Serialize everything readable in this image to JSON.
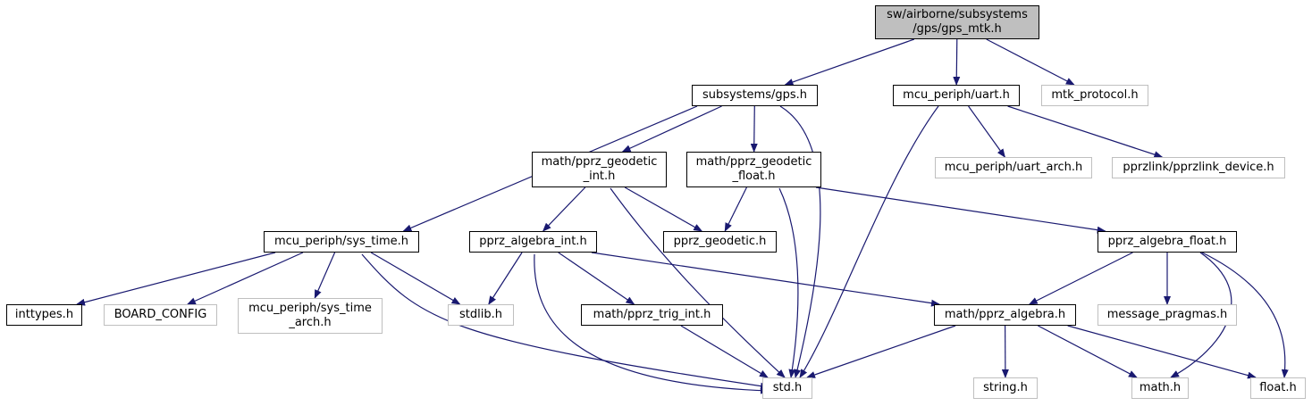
{
  "diagram": {
    "colors": {
      "edge": "#191970",
      "root_fill": "#bfbfbf",
      "external_border": "#bfbfbf",
      "node_border": "#000000"
    },
    "nodes": {
      "gps_mtk": {
        "lines": [
          "sw/airborne/subsystems",
          "/gps/gps_mtk.h"
        ],
        "kind": "root"
      },
      "gps_h": {
        "lines": [
          "subsystems/gps.h"
        ],
        "kind": "internal"
      },
      "uart_h": {
        "lines": [
          "mcu_periph/uart.h"
        ],
        "kind": "internal"
      },
      "mtk_protocol": {
        "lines": [
          "mtk_protocol.h"
        ],
        "kind": "external"
      },
      "geodetic_int": {
        "lines": [
          "math/pprz_geodetic",
          "_int.h"
        ],
        "kind": "internal"
      },
      "geodetic_float": {
        "lines": [
          "math/pprz_geodetic",
          "_float.h"
        ],
        "kind": "internal"
      },
      "uart_arch": {
        "lines": [
          "mcu_periph/uart_arch.h"
        ],
        "kind": "external"
      },
      "pprzlink_device": {
        "lines": [
          "pprzlink/pprzlink_device.h"
        ],
        "kind": "external"
      },
      "sys_time": {
        "lines": [
          "mcu_periph/sys_time.h"
        ],
        "kind": "internal"
      },
      "algebra_int": {
        "lines": [
          "pprz_algebra_int.h"
        ],
        "kind": "internal"
      },
      "pprz_geodetic": {
        "lines": [
          "pprz_geodetic.h"
        ],
        "kind": "internal"
      },
      "algebra_float": {
        "lines": [
          "pprz_algebra_float.h"
        ],
        "kind": "internal"
      },
      "inttypes": {
        "lines": [
          "inttypes.h"
        ],
        "kind": "internal"
      },
      "board_config": {
        "lines": [
          "BOARD_CONFIG"
        ],
        "kind": "external"
      },
      "sys_time_arch": {
        "lines": [
          "mcu_periph/sys_time",
          "_arch.h"
        ],
        "kind": "external"
      },
      "stdlib": {
        "lines": [
          "stdlib.h"
        ],
        "kind": "external"
      },
      "trig_int": {
        "lines": [
          "math/pprz_trig_int.h"
        ],
        "kind": "internal"
      },
      "pprz_algebra": {
        "lines": [
          "math/pprz_algebra.h"
        ],
        "kind": "internal"
      },
      "message_pragmas": {
        "lines": [
          "message_pragmas.h"
        ],
        "kind": "external"
      },
      "std_h": {
        "lines": [
          "std.h"
        ],
        "kind": "external"
      },
      "string_h": {
        "lines": [
          "string.h"
        ],
        "kind": "external"
      },
      "math_h": {
        "lines": [
          "math.h"
        ],
        "kind": "external"
      },
      "float_h": {
        "lines": [
          "float.h"
        ],
        "kind": "external"
      }
    },
    "edges": [
      [
        "gps_mtk",
        "gps_h"
      ],
      [
        "gps_mtk",
        "uart_h"
      ],
      [
        "gps_mtk",
        "mtk_protocol"
      ],
      [
        "gps_h",
        "sys_time"
      ],
      [
        "gps_h",
        "geodetic_int"
      ],
      [
        "gps_h",
        "geodetic_float"
      ],
      [
        "gps_h",
        "std_h"
      ],
      [
        "uart_h",
        "std_h"
      ],
      [
        "uart_h",
        "uart_arch"
      ],
      [
        "uart_h",
        "pprzlink_device"
      ],
      [
        "geodetic_int",
        "algebra_int"
      ],
      [
        "geodetic_int",
        "pprz_geodetic"
      ],
      [
        "geodetic_int",
        "std_h"
      ],
      [
        "geodetic_float",
        "pprz_geodetic"
      ],
      [
        "geodetic_float",
        "std_h"
      ],
      [
        "geodetic_float",
        "algebra_float"
      ],
      [
        "sys_time",
        "inttypes"
      ],
      [
        "sys_time",
        "board_config"
      ],
      [
        "sys_time",
        "sys_time_arch"
      ],
      [
        "sys_time",
        "stdlib"
      ],
      [
        "sys_time",
        "std_h"
      ],
      [
        "algebra_int",
        "stdlib"
      ],
      [
        "algebra_int",
        "std_h"
      ],
      [
        "algebra_int",
        "trig_int"
      ],
      [
        "algebra_int",
        "pprz_algebra"
      ],
      [
        "algebra_float",
        "pprz_algebra"
      ],
      [
        "algebra_float",
        "message_pragmas"
      ],
      [
        "algebra_float",
        "math_h"
      ],
      [
        "algebra_float",
        "float_h"
      ],
      [
        "trig_int",
        "std_h"
      ],
      [
        "pprz_algebra",
        "std_h"
      ],
      [
        "pprz_algebra",
        "string_h"
      ],
      [
        "pprz_algebra",
        "math_h"
      ],
      [
        "pprz_algebra",
        "float_h"
      ]
    ]
  }
}
